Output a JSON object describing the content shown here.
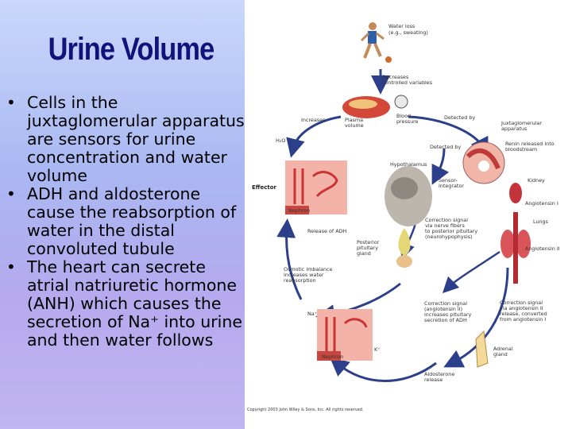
{
  "slide": {
    "title": "Urine Volume",
    "bullets": [
      "Cells in the juxtaglomerular apparatus are sensors for urine concentration and water volume",
      "ADH and aldosterone cause the reabsorption of water in the distal convoluted tubule",
      "The heart can secrete atrial natriuretic hormone (ANH) which causes the secretion of Na⁺ into urine and then water follows"
    ]
  },
  "figure": {
    "labels": {
      "water_loss": "Water loss",
      "water_loss_eg": "(e.g., sweating)",
      "decreases": "Decreases",
      "controlled_vars": "controlled variables",
      "increases": "Increases",
      "plasma": "Plasma",
      "volume": "volume",
      "blood": "Blood",
      "pressure": "pressure",
      "detected_by": "Detected by",
      "jga_1": "Juxtaglomerular",
      "jga_2": "apparatus",
      "renin_1": "Renin released into",
      "renin_2": "bloodstream",
      "h2o": "H₂O",
      "detected_by_2": "Detected by",
      "hypothalamus": "Hypothalamus",
      "kidney": "Kidney",
      "effector": "Effector",
      "sensor_1": "Sensor-",
      "sensor_2": "integrator",
      "angiotensin1": "Angiotensin I",
      "nephron": "Nephron",
      "release_adh": "Release of ADH",
      "correction_1": "Correction signal",
      "correction_2": "via nerve fibers",
      "correction_3": "to posterior pituitary",
      "correction_4": "(neurohypophysis)",
      "lungs": "Lungs",
      "posterior_1": "Posterior",
      "posterior_2": "pituitary",
      "posterior_3": "gland",
      "angiotensin2": "Angiotensin II",
      "osmotic_1": "Osmotic imbalance",
      "osmotic_2": "increases water",
      "osmotic_3": "reabsorption",
      "corr2_1": "Correction signal",
      "corr2_2": "(angiotensin II)",
      "corr2_3": "increases pituitary",
      "corr2_4": "secretion of ADH",
      "corr3_1": "Correction signal",
      "corr3_2": "via angiotensin II",
      "corr3_3": "release, converted",
      "corr3_4": "from angiotensin I",
      "na": "Na⁺",
      "k": "K⁺",
      "adrenal_1": "Adrenal",
      "adrenal_2": "gland",
      "nephron2": "Nephron",
      "aldosterone_1": "Aldosterone",
      "aldosterone_2": "release",
      "copyright": "Copyright 2003 John Wiley & Sons, Inc. All rights reserved."
    }
  },
  "colors": {
    "title": "#10137a",
    "arrow": "#2b3f8a",
    "kidney": "#c4333a"
  }
}
